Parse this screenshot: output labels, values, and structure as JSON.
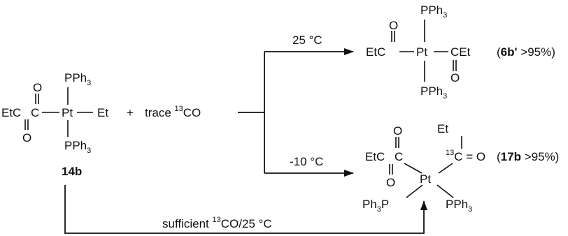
{
  "reactant": {
    "label": "14b",
    "pph3": "PPh",
    "sub3": "3",
    "pt": "Pt",
    "et": "Et",
    "etc": "EtC",
    "c": "C",
    "o": "O"
  },
  "reagent": {
    "plus": "+",
    "trace": "trace ",
    "iso": "13",
    "co": "CO"
  },
  "upper_path": {
    "condition": "25 °C",
    "product_label": "6b'",
    "yield": ">95%",
    "etc": "EtC",
    "cet": "CEt",
    "pt": "Pt",
    "pph3": "PPh",
    "sub3": "3",
    "o": "O"
  },
  "lower_path": {
    "condition": "-10 °C",
    "product_label": "17b",
    "yield": ">95%",
    "etc": "EtC",
    "c": "C",
    "pt": "Pt",
    "et": "Et",
    "iso": "13",
    "eq_o": "= O",
    "pph3": "PPh",
    "ph3p": "Ph",
    "p": "P",
    "sub3": "3",
    "o": "O"
  },
  "bypass": {
    "condition_prefix": "sufficient ",
    "iso": "13",
    "condition_suffix": "CO/25 °C"
  },
  "punct": {
    "open": "(",
    "close": ")",
    "space": " "
  }
}
